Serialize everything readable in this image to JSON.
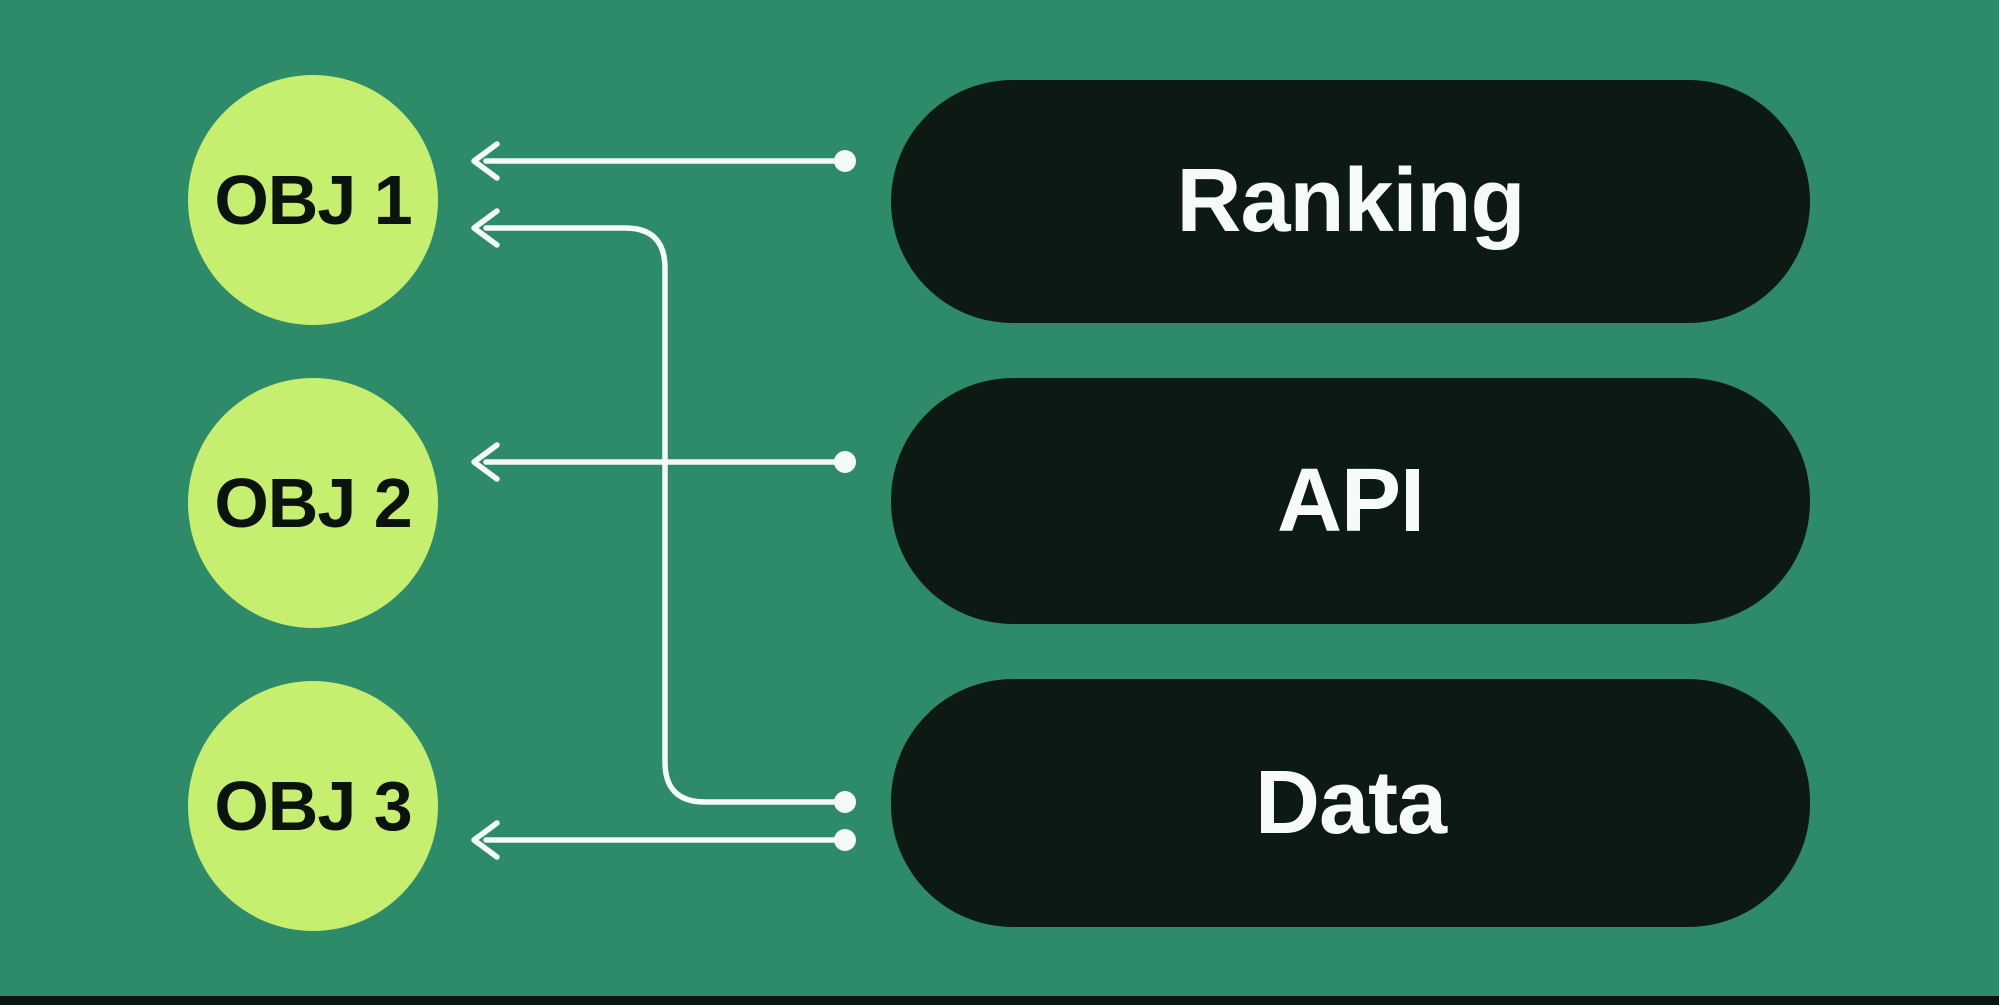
{
  "diagram": {
    "objects": [
      {
        "id": "obj-1",
        "label": "OBJ 1"
      },
      {
        "id": "obj-2",
        "label": "OBJ 2"
      },
      {
        "id": "obj-3",
        "label": "OBJ 3"
      }
    ],
    "systems": [
      {
        "id": "ranking",
        "label": "Ranking"
      },
      {
        "id": "api",
        "label": "API"
      },
      {
        "id": "data",
        "label": "Data"
      }
    ],
    "edges": [
      {
        "from": "Ranking",
        "to": "OBJ 1",
        "style": "white-arrow-left"
      },
      {
        "from": "API",
        "to": "OBJ 2",
        "style": "white-arrow-left"
      },
      {
        "from": "Data",
        "to": "OBJ 1",
        "style": "white-arrow-left-crossing"
      },
      {
        "from": "Data",
        "to": "OBJ 3",
        "style": "white-arrow-left"
      },
      {
        "from": "API",
        "to": "Data",
        "style": "dark-arrow-down"
      }
    ]
  },
  "theme": {
    "bg": "#2e8b6a",
    "node-green": "#c6ee6f",
    "pill-black": "#0d1a13",
    "line-white": "#f4faf7",
    "text-dark": "#0b130f",
    "text-light": "#f6fbf8",
    "dark-arrow": "#2b322d",
    "bottom-bar": "#0a1410"
  }
}
